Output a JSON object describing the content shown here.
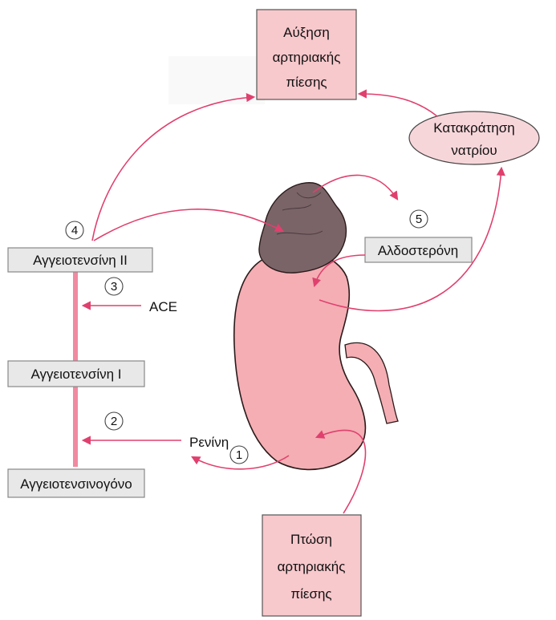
{
  "colors": {
    "arrow": "#e0406e",
    "pink_box": "#f7c8cc",
    "pink_box_border": "#555555",
    "grey_box": "#e8e8e8",
    "grey_box_border": "#888888",
    "kidney": "#f4aeb4",
    "kidney_outline": "#2a1a1a",
    "adrenal": "#7a6468",
    "ellipse_fill": "#f7d6da",
    "vertical_bar": "#f08aa0"
  },
  "boxes": {
    "increase_bp": [
      "Αύξηση",
      "αρτηριακής",
      "πίεσης"
    ],
    "drop_bp": [
      "Πτώση",
      "αρτηριακής",
      "πίεσης"
    ],
    "sodium_retention": [
      "Κατακράτηση",
      "νατρίου"
    ],
    "aldosterone": "Αλδοστερόνη",
    "angiotensin_2": "Αγγειοτενσίνη ΙΙ",
    "angiotensin_1": "Αγγειοτενσίνη Ι",
    "angiotensinogen": "Αγγειοτενσινογόνο"
  },
  "labels": {
    "ace": "ACE",
    "renin": "Ρενίνη"
  },
  "steps": [
    "1",
    "2",
    "3",
    "4",
    "5"
  ],
  "icons": {
    "kidney": "kidney-illustration",
    "adrenal": "adrenal-gland-illustration"
  }
}
